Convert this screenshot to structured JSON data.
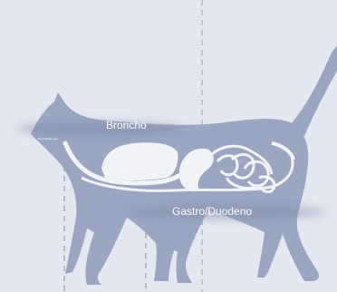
{
  "labels": {
    "broncho": "Broncho",
    "gastro_duodeno": "Gastro/Duodeno",
    "small_tag": "Broncho/laryngo"
  },
  "colors": {
    "background": "#e4e8f0",
    "cat_silhouette": "#9aa6c2",
    "organs": "#f2f3f6",
    "label_text": "#ffffff",
    "guide_lines": "#6c7488"
  }
}
